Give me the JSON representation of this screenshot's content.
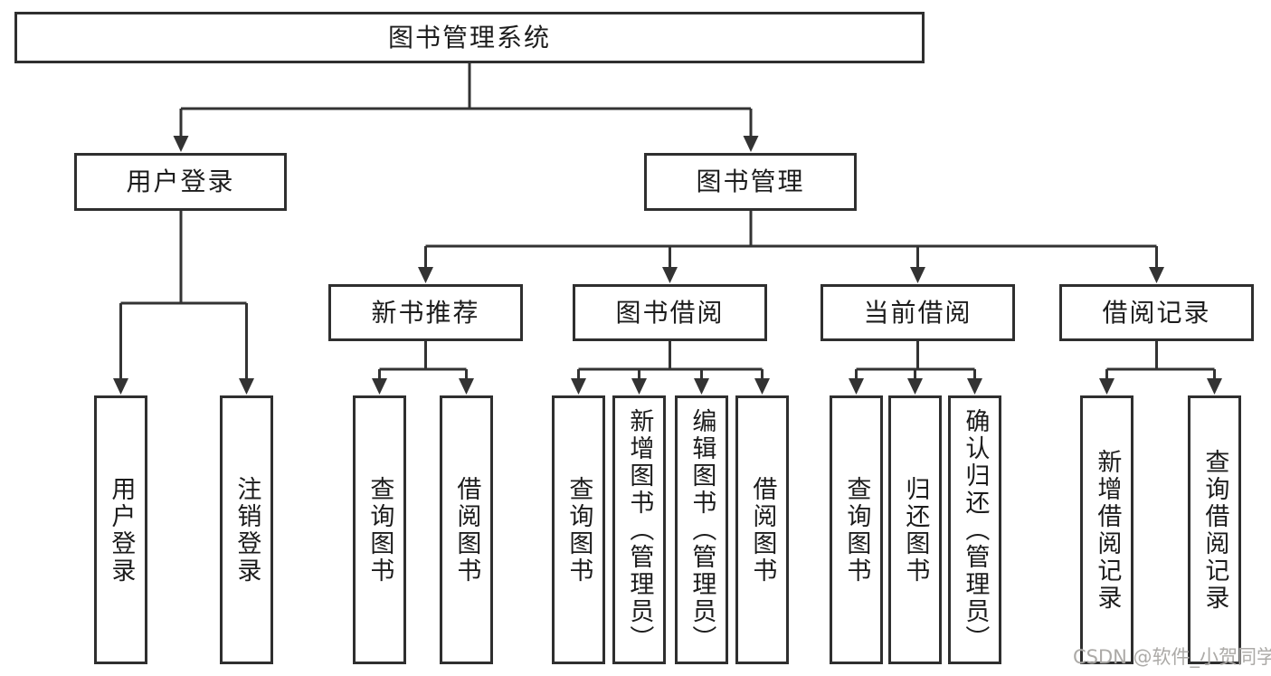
{
  "diagram": {
    "type": "hierarchy-functional-structure",
    "root": {
      "label": "图书管理系统"
    },
    "level2": [
      {
        "label": "用户登录"
      },
      {
        "label": "图书管理"
      }
    ],
    "level3": [
      {
        "label": "新书推荐",
        "parent": "图书管理"
      },
      {
        "label": "图书借阅",
        "parent": "图书管理"
      },
      {
        "label": "当前借阅",
        "parent": "图书管理"
      },
      {
        "label": "借阅记录",
        "parent": "图书管理"
      }
    ],
    "leaves": [
      {
        "label": "用户登录",
        "parent": "用户登录"
      },
      {
        "label": "注销登录",
        "parent": "用户登录"
      },
      {
        "label": "查询图书",
        "parent": "新书推荐"
      },
      {
        "label": "借阅图书",
        "parent": "新书推荐"
      },
      {
        "label": "查询图书",
        "parent": "图书借阅"
      },
      {
        "label": "新增图书（管理员）",
        "parent": "图书借阅"
      },
      {
        "label": "编辑图书（管理员）",
        "parent": "图书借阅"
      },
      {
        "label": "借阅图书",
        "parent": "图书借阅"
      },
      {
        "label": "查询图书",
        "parent": "当前借阅"
      },
      {
        "label": "归还图书",
        "parent": "当前借阅"
      },
      {
        "label": "确认归还（管理员）",
        "parent": "当前借阅"
      },
      {
        "label": "新增借阅记录",
        "parent": "借阅记录"
      },
      {
        "label": "查询借阅记录",
        "parent": "借阅记录"
      }
    ],
    "watermark": "CSDN @软件_小贺同学",
    "colors": {
      "line": "#333333",
      "text": "#1c1c1c",
      "background": "#ffffff",
      "watermark": "#a8a5a2"
    }
  }
}
